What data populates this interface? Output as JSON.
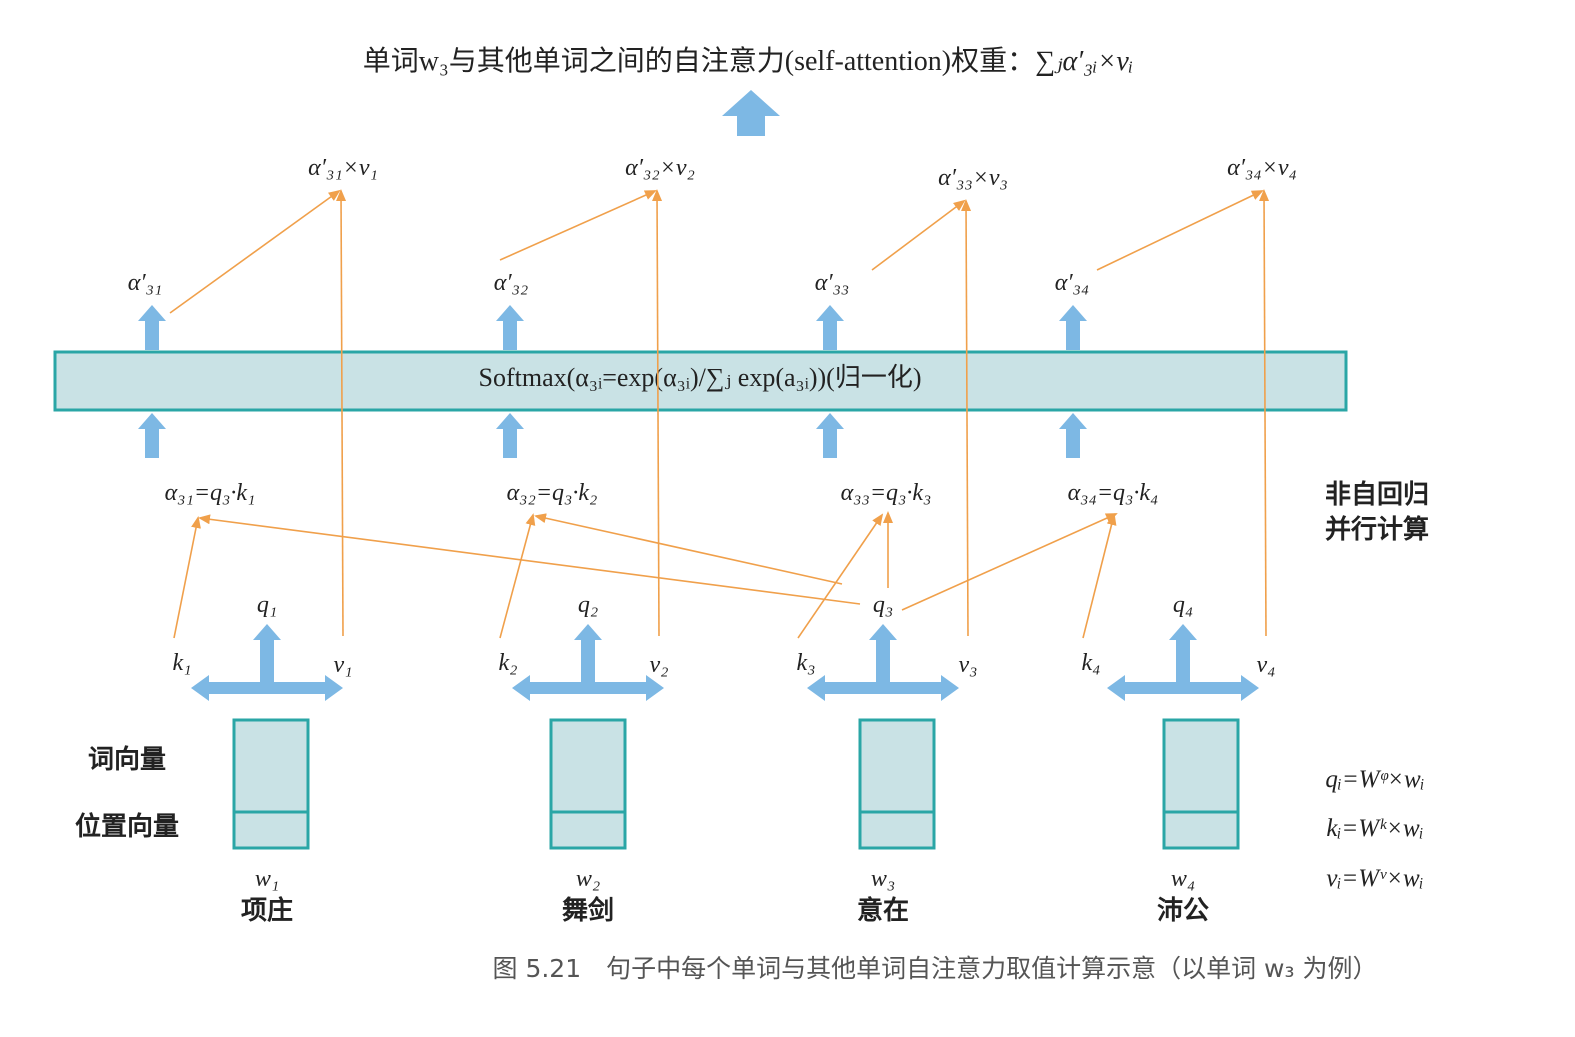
{
  "title": {
    "text": "单词w₃与其他单词之间的自注意力(self-attention)权重：",
    "formula": "∑ⱼα′₃ᵢ×vᵢ"
  },
  "softmax_label": "Softmax(α₃ᵢ=exp(α₃ᵢ)/∑ⱼ exp(a₃ᵢ))(归一化)",
  "side_note": [
    "非自回归",
    "并行计算"
  ],
  "embedding_labels": {
    "word_vector": "词向量",
    "position_vector": "位置向量"
  },
  "formulas": [
    "qᵢ=Wᵠ×wᵢ",
    "kᵢ=Wᵏ×wᵢ",
    "vᵢ=Wᵛ×wᵢ"
  ],
  "columns": [
    {
      "w": "w₁",
      "word": "项庄",
      "q": "q₁",
      "k": "k₁",
      "v": "v₁",
      "score": "α₃₁=q₃·k₁",
      "norm": "α′₃₁",
      "weighted": "α′₃₁×v₁"
    },
    {
      "w": "w₂",
      "word": "舞剑",
      "q": "q₂",
      "k": "k₂",
      "v": "v₂",
      "score": "α₃₂=q₃·k₂",
      "norm": "α′₃₂",
      "weighted": "α′₃₂×v₂"
    },
    {
      "w": "w₃",
      "word": "意在",
      "q": "q₃",
      "k": "k₃",
      "v": "v₃",
      "score": "α₃₃=q₃·k₃",
      "norm": "α′₃₃",
      "weighted": "α′₃₃×v₃"
    },
    {
      "w": "w₄",
      "word": "沛公",
      "q": "q₄",
      "k": "k₄",
      "v": "v₄",
      "score": "α₃₄=q₃·k₄",
      "norm": "α′₃₄",
      "weighted": "α′₃₄×v₄"
    }
  ],
  "caption": "图 5.21　句子中每个单词与其他单词自注意力取值计算示意（以单词 w₃ 为例）",
  "colors": {
    "arrow_blue": "#7db8e4",
    "line_orange": "#f0a04b",
    "box_fill": "#c9e2e5",
    "box_stroke": "#2aa6a6"
  }
}
